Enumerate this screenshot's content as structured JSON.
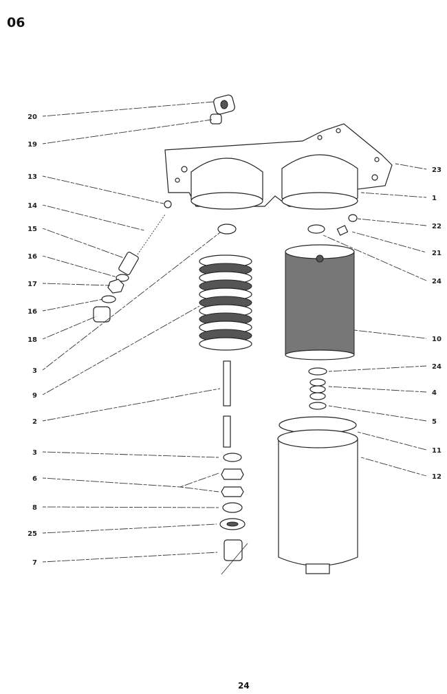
{
  "page": {
    "section": "06",
    "page_number": "24"
  },
  "diagram": {
    "title": "Exploded view - oil filter assembly",
    "left_callouts": [
      "20",
      "19",
      "13",
      "14",
      "15",
      "16",
      "17",
      "16",
      "18",
      "3",
      "9",
      "2",
      "3",
      "6",
      "8",
      "25",
      "7"
    ],
    "right_callouts": [
      "23",
      "1",
      "22",
      "21",
      "24",
      "10",
      "24",
      "4",
      "5",
      "11",
      "12"
    ]
  },
  "colors": {
    "ink": "#222222",
    "paper": "#ffffff"
  }
}
